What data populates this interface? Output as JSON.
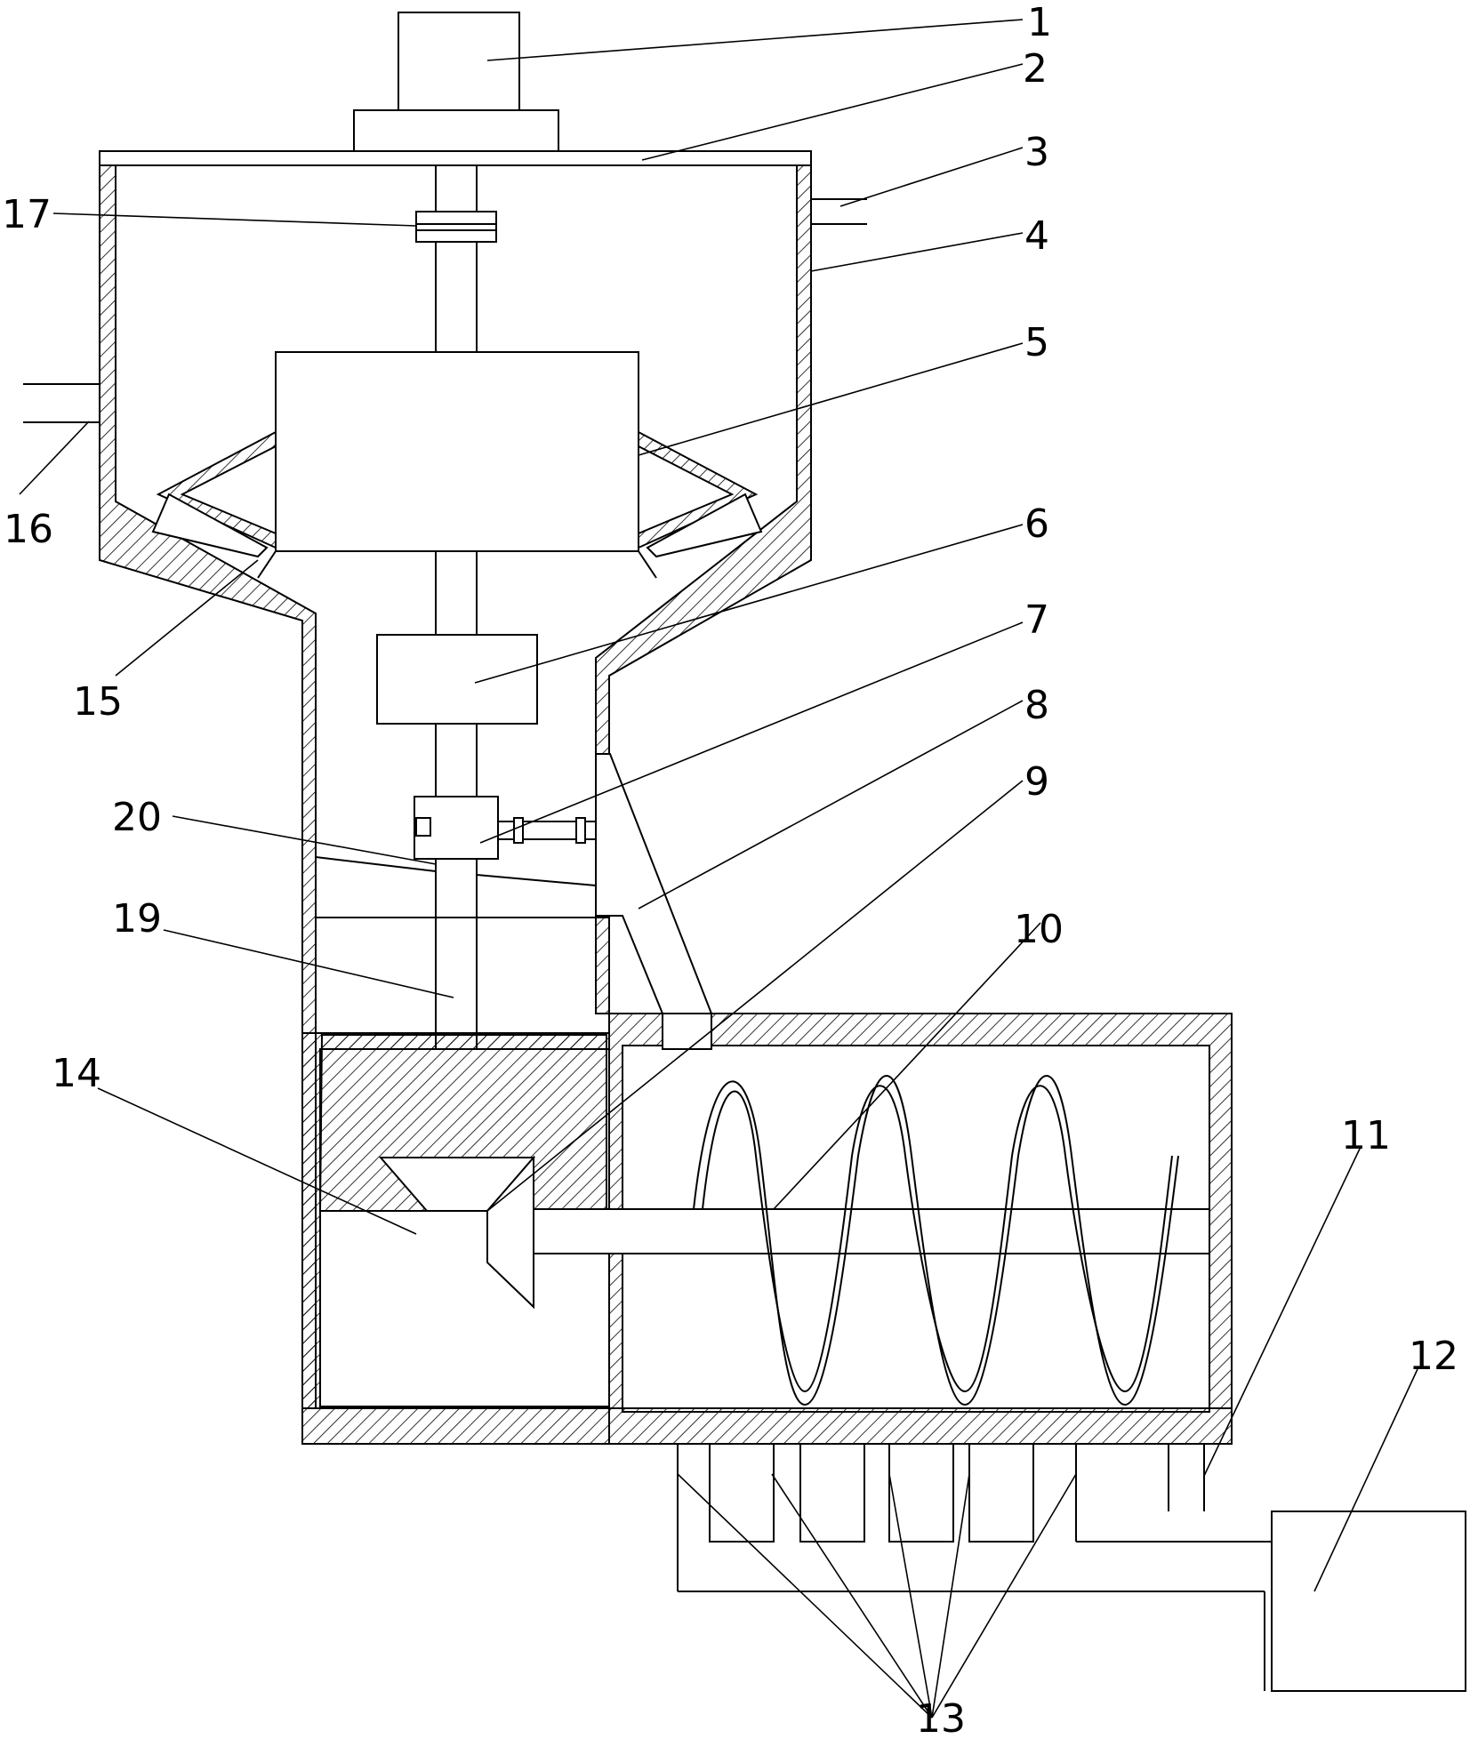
{
  "labels": {
    "l1": "1",
    "l2": "2",
    "l3": "3",
    "l4": "4",
    "l5": "5",
    "l6": "6",
    "l7": "7",
    "l8": "8",
    "l9": "9",
    "l10": "10",
    "l11": "11",
    "l12": "12",
    "l13": "13",
    "l14": "14",
    "l15": "15",
    "l16": "16",
    "l17": "17",
    "l19": "19",
    "l20": "20"
  }
}
